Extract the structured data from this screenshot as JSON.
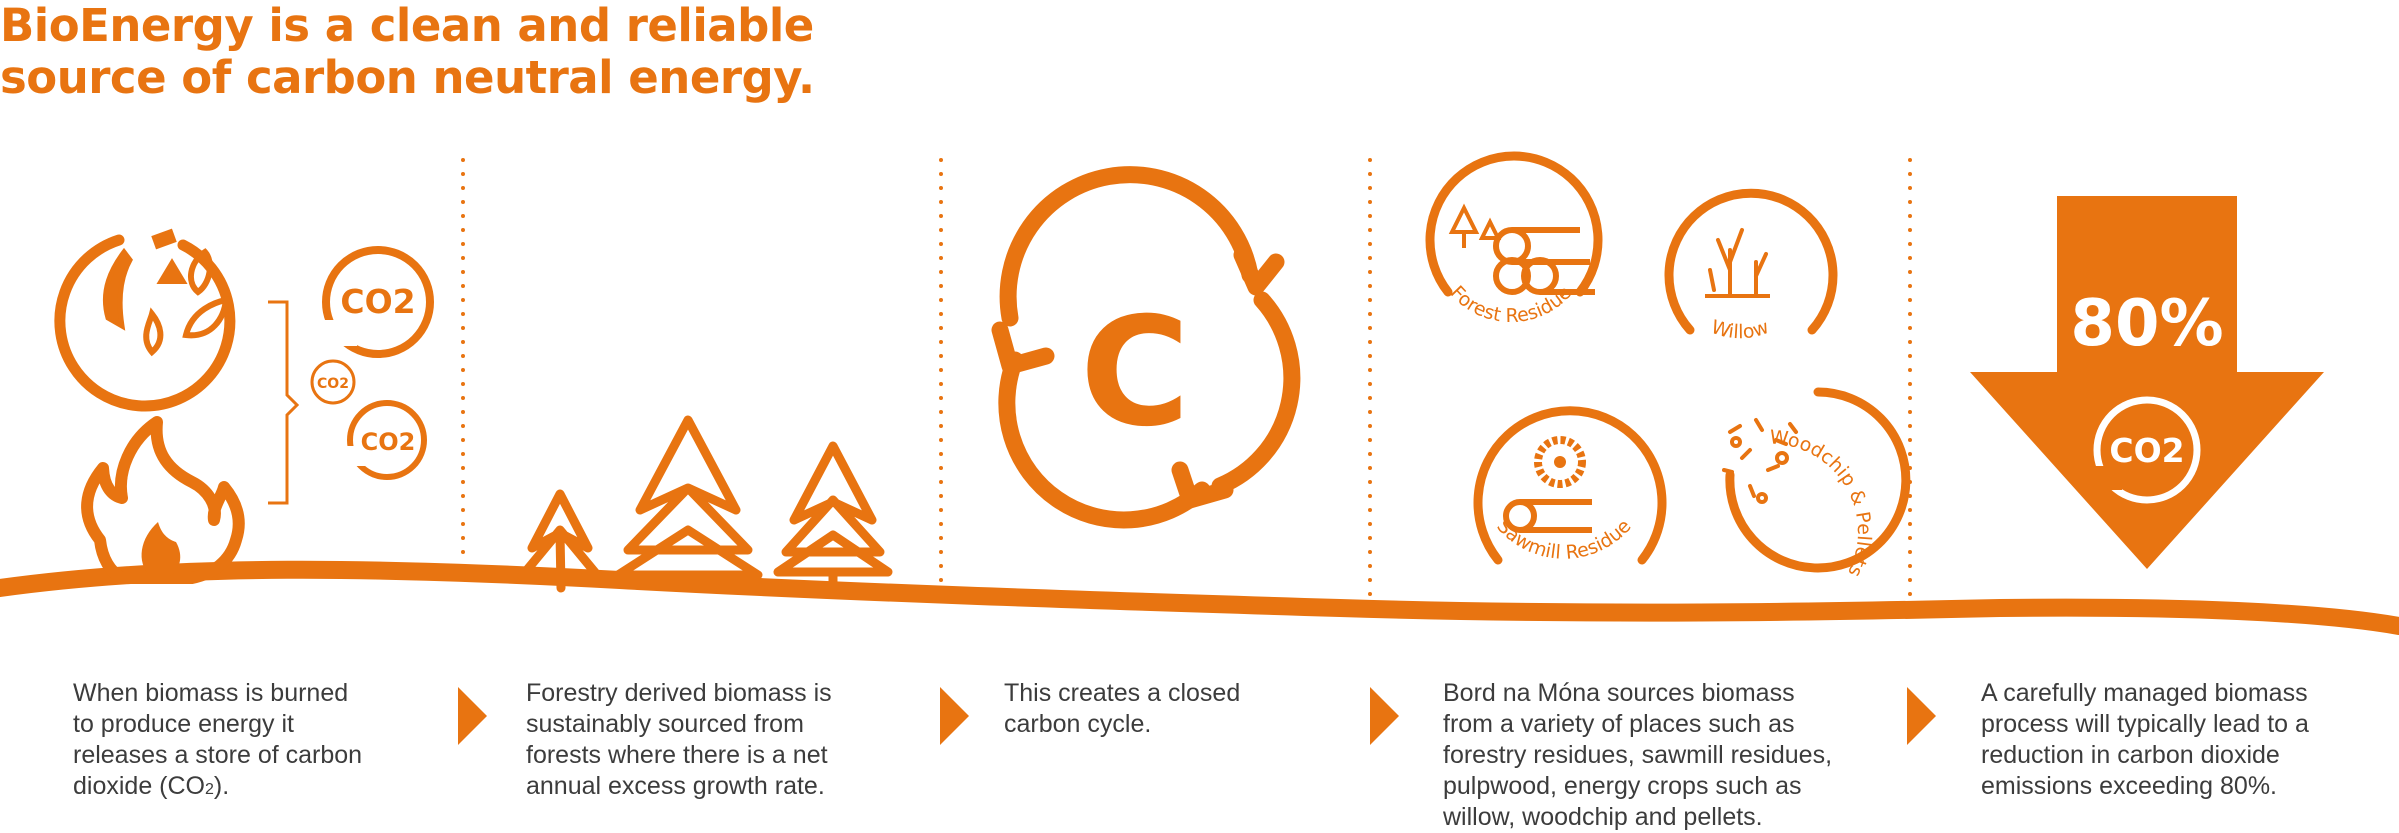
{
  "colors": {
    "orange": "#e87411",
    "text": "#3c3c3c",
    "white": "#ffffff"
  },
  "headline": {
    "line1": "BioEnergy is a clean and reliable",
    "line2": "source of carbon neutral energy."
  },
  "icons": {
    "co2_large": "CO2",
    "co2_small": "CO2",
    "co2_medium": "CO2",
    "carbon_letter": "C",
    "percent": "80%",
    "arrow_co2": "CO2"
  },
  "sources": {
    "forest": "Forest Residue",
    "willow": "Willow",
    "sawmill": "Sawmill Residue",
    "woodchip": "Woodchip & Pellets"
  },
  "captions": {
    "c1": {
      "l1": "When biomass is burned",
      "l2": "to produce energy it",
      "l3": "releases a store of carbon",
      "l4a": "dioxide (CO",
      "l4sub": "2",
      "l4b": ")."
    },
    "c2": {
      "l1": "Forestry derived biomass is",
      "l2": "sustainably sourced from",
      "l3": "forests where there is a net",
      "l4": "annual excess growth rate."
    },
    "c3": {
      "l1": "This creates a closed",
      "l2": "carbon cycle."
    },
    "c4": {
      "l1": "Bord na Móna sources biomass",
      "l2": "from a variety of places such as",
      "l3": "forestry residues, sawmill residues,",
      "l4": "pulpwood, energy crops such as",
      "l5": "willow, woodchip and pellets."
    },
    "c5": {
      "l1": "A carefully managed biomass",
      "l2": "process will typically lead to a",
      "l3": "reduction in carbon dioxide",
      "l4": "emissions exceeding 80%."
    }
  }
}
